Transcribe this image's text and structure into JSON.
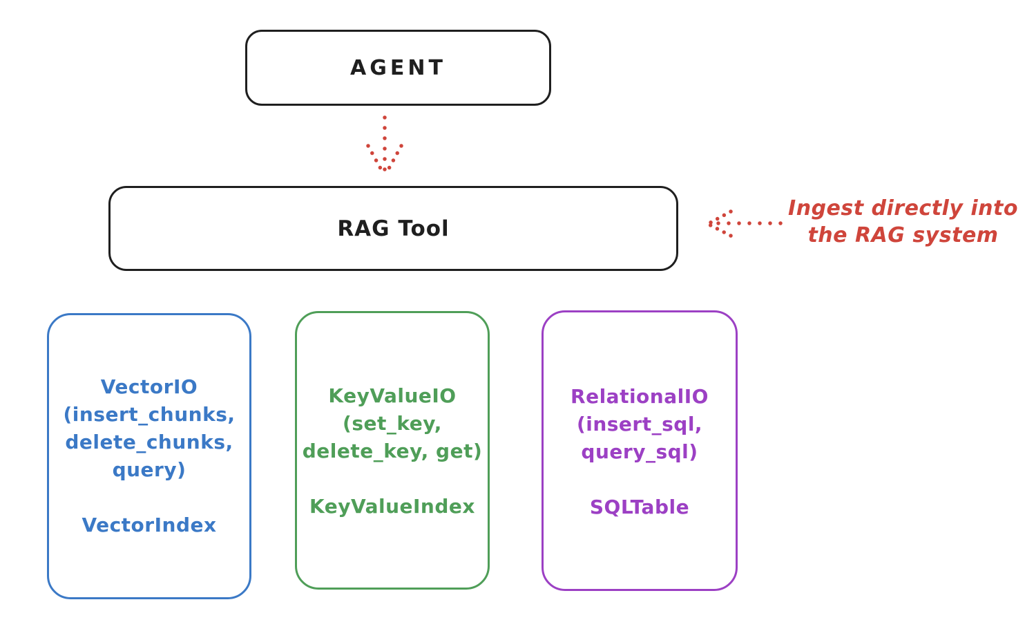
{
  "diagram": {
    "agent": {
      "label": "AGENT"
    },
    "rag_tool": {
      "label": "RAG Tool"
    },
    "agent_to_rag_arrow": {
      "style": "dotted",
      "direction": "down",
      "color": "#cf453b"
    },
    "annotation": {
      "line1": "Ingest directly into",
      "line2": "the RAG system",
      "arrow_style": "dotted",
      "arrow_direction": "left",
      "color": "#cf453b"
    },
    "io_boxes": [
      {
        "name": "VectorIO",
        "color": "#3b79c6",
        "lines": [
          "VectorIO",
          "(insert_chunks,",
          "delete_chunks,",
          "query)"
        ],
        "index_label": "VectorIndex"
      },
      {
        "name": "KeyValueIO",
        "color": "#4f9e58",
        "lines": [
          "KeyValueIO",
          "(set_key,",
          "delete_key, get)"
        ],
        "index_label": "KeyValueIndex"
      },
      {
        "name": "RelationalIO",
        "color": "#9c40c4",
        "lines": [
          "RelationalIO",
          "(insert_sql,",
          "query_sql)"
        ],
        "index_label": "SQLTable"
      }
    ],
    "colors": {
      "stroke": "#1f1f1f",
      "red": "#cf453b",
      "blue": "#3b79c6",
      "green": "#4f9e58",
      "purple": "#9c40c4",
      "background": "#ffffff"
    }
  }
}
